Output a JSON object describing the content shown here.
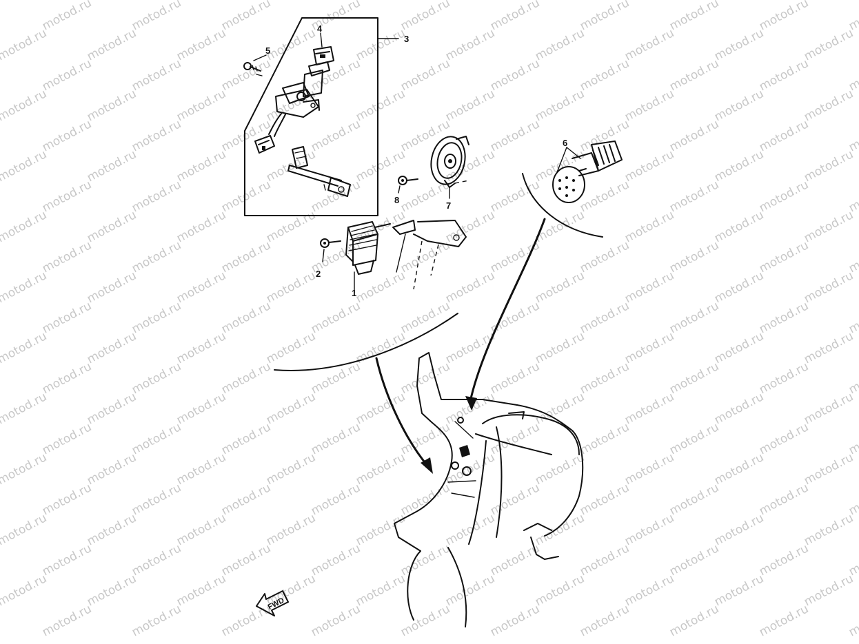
{
  "watermark": {
    "text": "motod.ru",
    "color": "#c8c8c8"
  },
  "callouts": [
    {
      "id": "1",
      "label": "1"
    },
    {
      "id": "2",
      "label": "2"
    },
    {
      "id": "3",
      "label": "3"
    },
    {
      "id": "4",
      "label": "4"
    },
    {
      "id": "5",
      "label": "5"
    },
    {
      "id": "6",
      "label": "6"
    },
    {
      "id": "7",
      "label": "7"
    },
    {
      "id": "8",
      "label": "8"
    }
  ],
  "direction_badge": {
    "label": "FWD"
  },
  "colors": {
    "ink": "#111111",
    "background": "#ffffff"
  }
}
